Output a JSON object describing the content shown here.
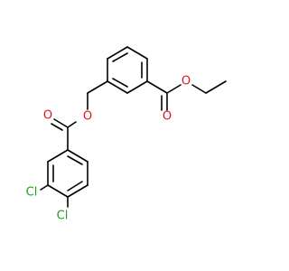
{
  "molecule": {
    "colors": {
      "bond": "#000000",
      "oxygen": "#e0141e",
      "chlorine": "#1e9e1e"
    },
    "atoms": {
      "o_ether_left": {
        "symbol": "O",
        "color": "#e0141e"
      },
      "o_carbonyl_left": {
        "symbol": "O",
        "color": "#e0141e"
      },
      "o_carbonyl_right": {
        "symbol": "O",
        "color": "#e0141e"
      },
      "o_ether_right": {
        "symbol": "O",
        "color": "#e0141e"
      },
      "cl_upper": {
        "symbol": "Cl",
        "color": "#1e9e1e"
      },
      "cl_lower": {
        "symbol": "Cl",
        "color": "#1e9e1e"
      }
    }
  }
}
